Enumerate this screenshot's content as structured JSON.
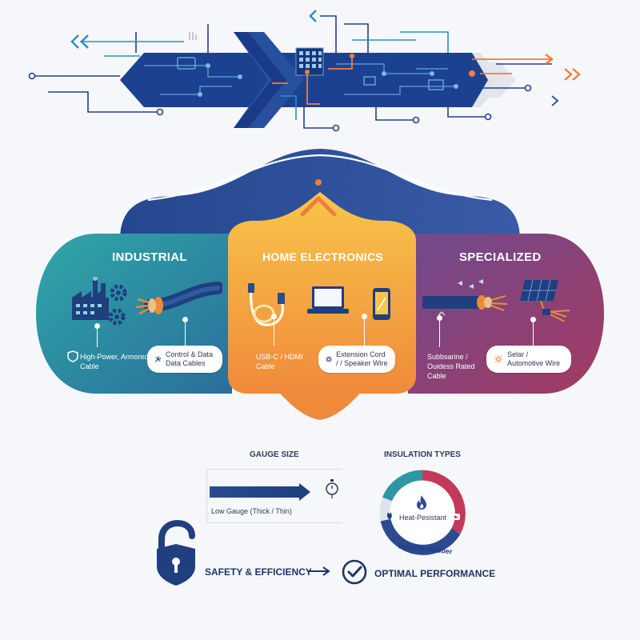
{
  "segments": {
    "industrial": {
      "title": "INDUSTRIAL",
      "label_left": "High-Power, Armored Cable",
      "pill_right": "Control & Data Data Cables",
      "color": "#2d98a3"
    },
    "home": {
      "title": "HOME ELECTRONICS",
      "label_left": "USB-C / HDMI Cable",
      "pill_right": "Extension Cord / / Speaker Wire",
      "color": "#f5b044"
    },
    "specialized": {
      "title": "SPECIALIZED",
      "label_left": "Subbsarine / Ouidess Rated Cable",
      "pill_right": "Selar / Automotive Wire",
      "color": "#8a3f77"
    }
  },
  "gauge": {
    "title": "GAUGE SIZE",
    "caption": "Low Gauge (Thick / Thin)"
  },
  "insulation": {
    "title": "INSULATION TYPES",
    "center_label": "Heat-Pesistant",
    "bottom_label": "Flexible Rubber",
    "colors": [
      "#2d98a3",
      "#c23a57",
      "#2b4a8f"
    ]
  },
  "bottom": {
    "left": "SAFETY & EFFICIENCY",
    "right": "OPTIMAL PERFORMANCE"
  },
  "icons": [
    "circuit-banner-icon",
    "factory-icon",
    "gear-icon",
    "armored-cable-icon",
    "wrench-icon",
    "shield-icon",
    "usb-cable-icon",
    "laptop-icon",
    "phone-icon",
    "cord-reel-icon",
    "submarine-cable-icon",
    "solar-panel-icon",
    "sun-icon",
    "stopwatch-icon",
    "flame-icon",
    "padlock-icon",
    "checkmark-icon",
    "arrow-right-icon"
  ]
}
